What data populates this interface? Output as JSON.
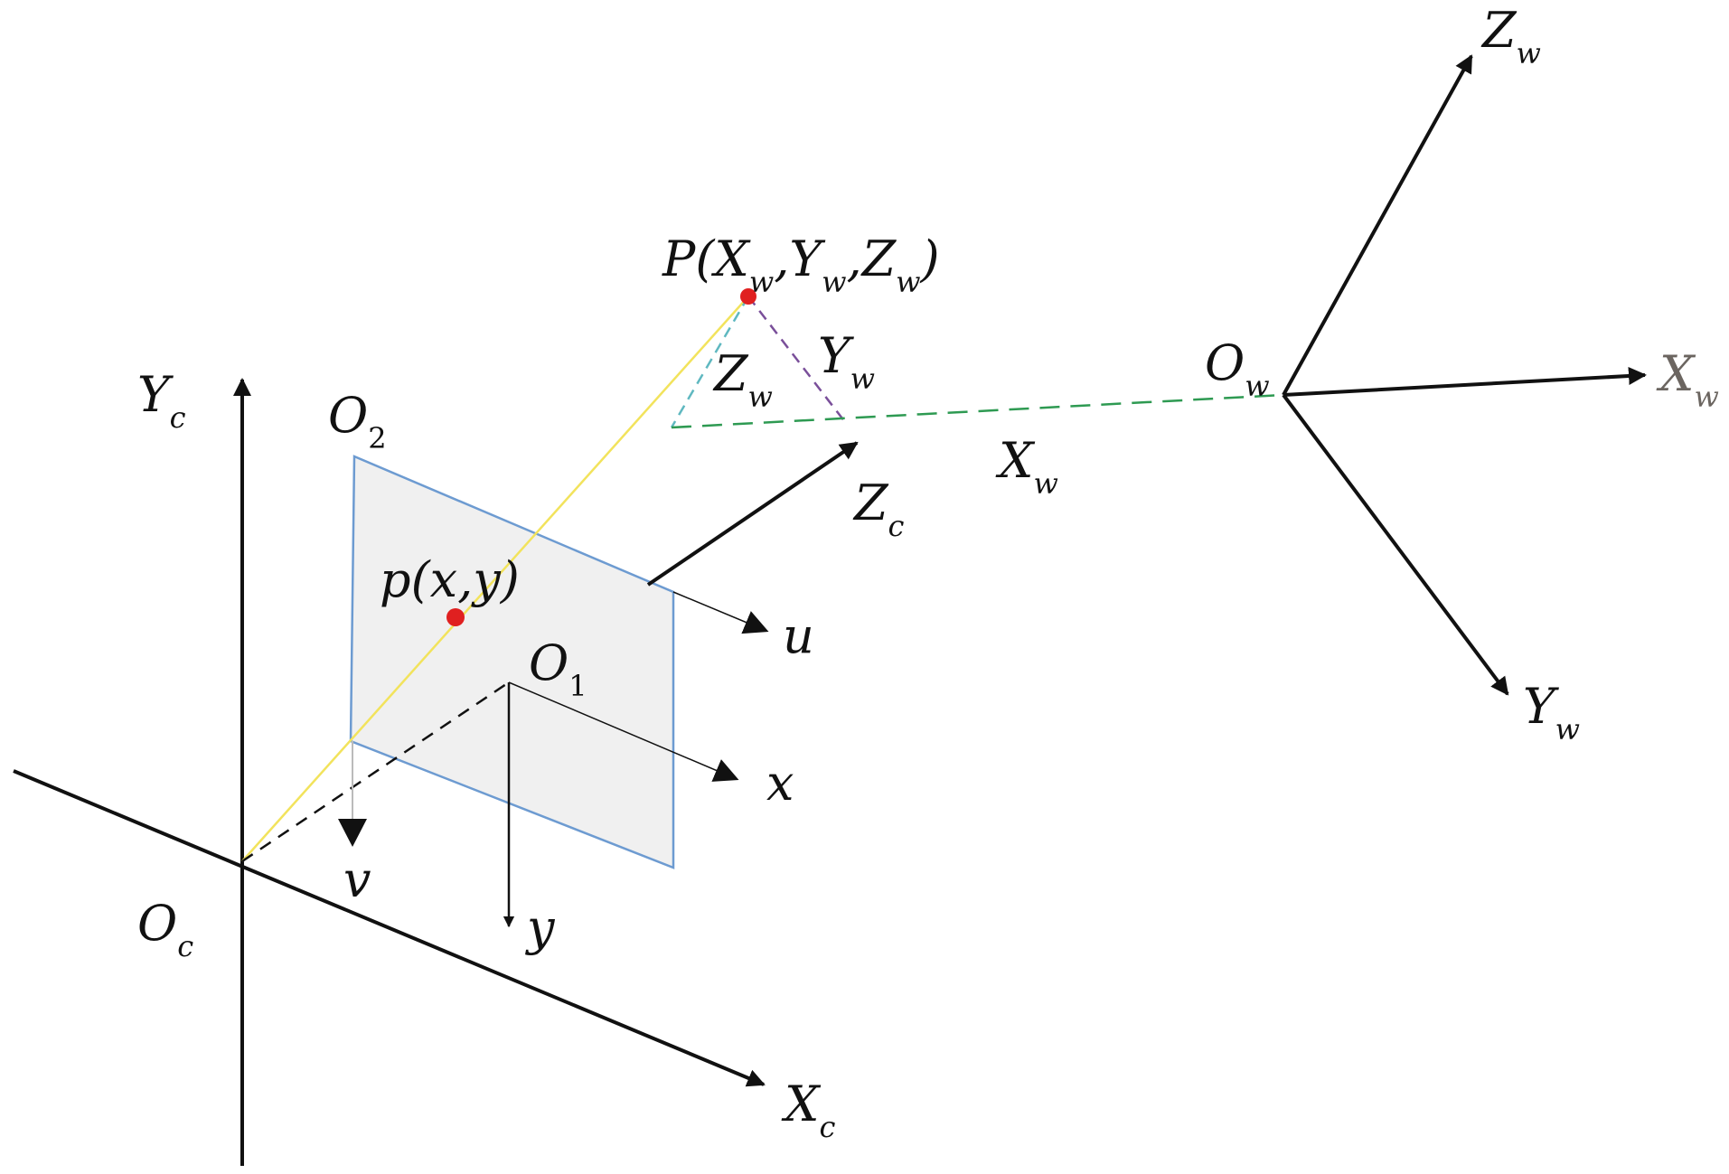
{
  "labels": {
    "Yc": {
      "main": "Y",
      "sub": "c"
    },
    "Xc": {
      "main": "X",
      "sub": "c"
    },
    "Zc": {
      "main": "Z",
      "sub": "c"
    },
    "Oc": {
      "main": "O",
      "sub": "c"
    },
    "O2": {
      "main": "O",
      "sub": "2"
    },
    "O1": {
      "main": "O",
      "sub": "1"
    },
    "u": "u",
    "v": "v",
    "x": "x",
    "y": "y",
    "image_point": "p(x,y)",
    "world_point": {
      "prefix": "P(X",
      "s1": "w",
      "mid1": ",Y",
      "s2": "w",
      "mid2": ",Z",
      "s3": "w",
      "suffix": ")"
    },
    "Zw_small": {
      "main": "Z",
      "sub": "w"
    },
    "Yw_small": {
      "main": "Y",
      "sub": "w"
    },
    "Xw_mid": {
      "main": "X",
      "sub": "w"
    },
    "Ow": {
      "main": "O",
      "sub": "w"
    },
    "Zw": {
      "main": "Z",
      "sub": "w"
    },
    "Xw": {
      "main": "X",
      "sub": "w"
    },
    "Yw": {
      "main": "Y",
      "sub": "w"
    }
  },
  "colors": {
    "axis": "#111111",
    "image_plane_fill": "#f0f0f0",
    "image_plane_border": "#6d9bd1",
    "projection_ray": "#f2e35c",
    "point": "#e02020",
    "dash_teal": "#5fb8c0",
    "dash_purple": "#7a4f9a",
    "dash_green": "#2e9a52",
    "xw_label_gray": "#6b6560"
  }
}
